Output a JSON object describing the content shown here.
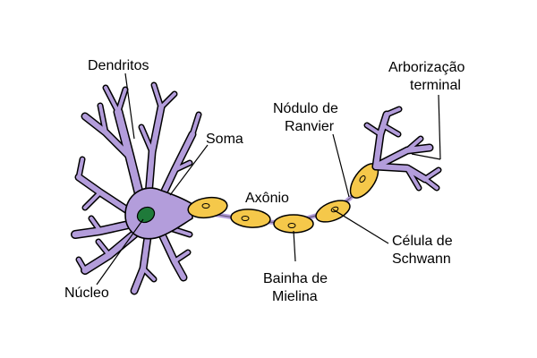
{
  "labels": {
    "dendritos": "Dendritos",
    "soma": "Soma",
    "nucleo": "Núcleo",
    "axonio": "Axônio",
    "nodulo_line1": "Nódulo de",
    "nodulo_line2": "Ranvier",
    "arborizacao_line1": "Arborização",
    "arborizacao_line2": "terminal",
    "celula_line1": "Célula de",
    "celula_line2": "Schwann",
    "bainha_line1": "Bainha de",
    "bainha_line2": "Mielina"
  },
  "colors": {
    "neuron": "#b39ddb",
    "nucleus": "#1f7a3a",
    "myelin": "#f5c84a",
    "outline": "#000000"
  },
  "icons": {
    "neuron": "neuron-illustration"
  }
}
